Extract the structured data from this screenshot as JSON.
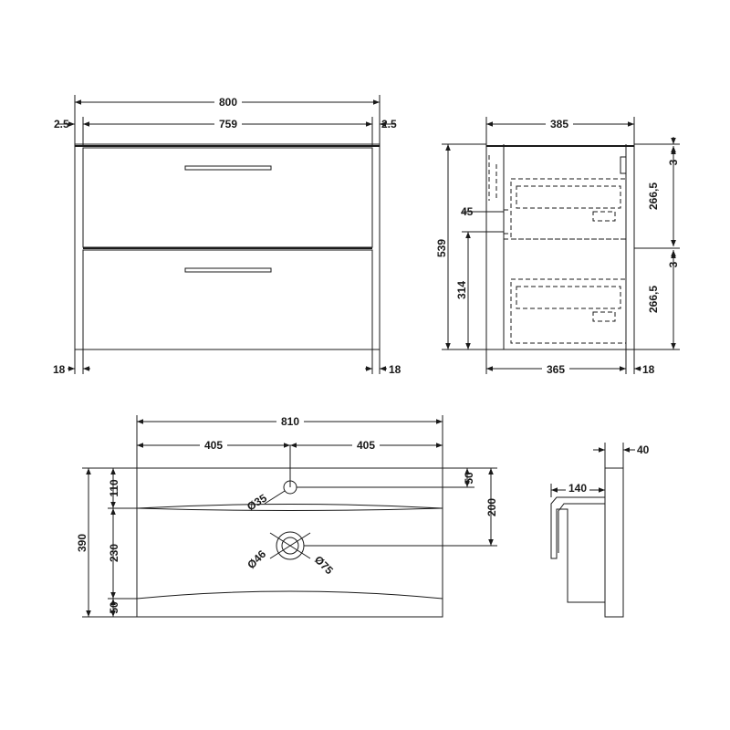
{
  "front_view": {
    "overall_width": "800",
    "inner_width": "759",
    "left_gap": "2.5",
    "right_gap": "2.5",
    "left_leg": "18",
    "right_leg": "18"
  },
  "side_view": {
    "depth_top": "385",
    "depth_bottom": "365",
    "back_leg": "18",
    "height": "539",
    "drawer_offset": "45",
    "lower_height": "314",
    "gap_top": "3",
    "gap_mid": "3",
    "drawer_upper": "266,5",
    "drawer_lower": "266,5"
  },
  "basin_plan": {
    "width": "810",
    "half_left": "405",
    "half_right": "405",
    "depth": "390",
    "top_segment": "110",
    "mid_segment": "230",
    "bottom_segment": "50",
    "tap_offset": "50",
    "waste_offset": "200",
    "tap_hole": "Ø35",
    "waste_inner": "Ø46",
    "waste_outer": "Ø75"
  },
  "basin_section": {
    "rim": "40",
    "bowl_depth": "140"
  }
}
